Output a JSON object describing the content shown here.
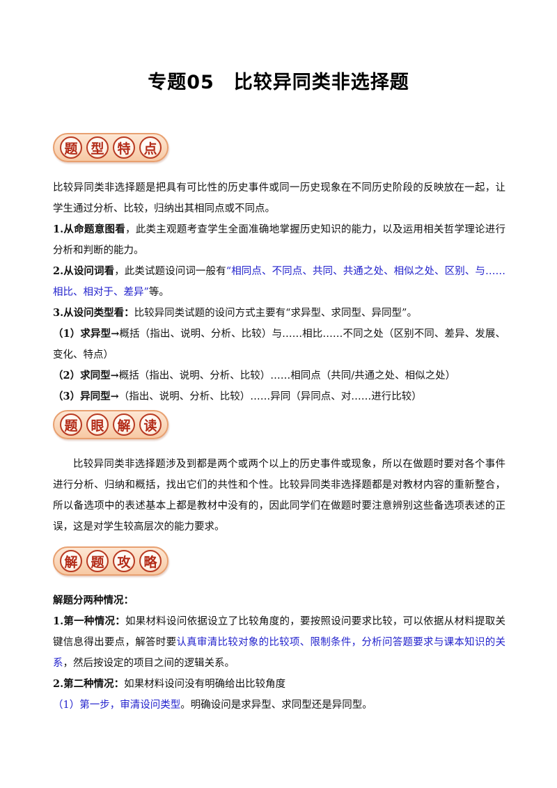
{
  "title": "专题05　比较异同类非选择题",
  "badges": {
    "b1": [
      "题",
      "型",
      "特",
      "点"
    ],
    "b2": [
      "题",
      "眼",
      "解",
      "读"
    ],
    "b3": [
      "解",
      "题",
      "攻",
      "略"
    ]
  },
  "s1": {
    "intro": "比较异同类非选择题是把具有可比性的历史事件或同一历史现象在不同历史阶段的反映放在一起，让学生通过分析、比较，归纳出其相同点或不同点。",
    "p1_label": "1.从命题意图看",
    "p1_text": "，此类主观题考查学生全面准确地掌握历史知识的能力，以及运用相关哲学理论进行分析和判断的能力。",
    "p2_label": "2.从设问词看",
    "p2_text": "，此类试题设问词一般有",
    "p2_blue": "“相同点、不同点、共同、共通之处、相似之处、区别、与……相比、相对于、差异”",
    "p2_tail": "等。",
    "p3_label": "3.从设问类型看：",
    "p3_text": "比较异同类试题的设问方式主要有“求异型、求同型、异同型”。",
    "t1_label": "（1）求异型→",
    "t1_text": "概括（指出、说明、分析、比较）与……相比……不同之处（区别不同、差异、发展、变化、特点）",
    "t2_label": "（2）求同型→",
    "t2_text": "概括（指出、说明、分析、比较）……相同点（共同/共通之处、相似之处）",
    "t3_label": "（3）异同型→",
    "t3_text": "（指出、说明、分析、比较）……异同（异同点、对……进行比较）"
  },
  "s2": {
    "text": "比较异同类非选择题涉及到都是两个或两个以上的历史事件或现象，所以在做题时要对各个事件进行分析、归纳和概括，找出它们的共性和个性。比较异同类非选择题都是对教材内容的重新整合，所以备选项中的表述基本上都是教材中没有的，因此同学们在做题时要注意辨别这些备选项表述的正误，这是对学生较高层次的能力要求。"
  },
  "s3": {
    "heading": "解题分两种情况：",
    "c1_label": "1.第一种情况：",
    "c1_text": "如果材料设问依据设立了比较角度的，要按照设问要求比较，可以依据从材料提取关键信息得出要点，解答时要",
    "c1_blue": "认真审清比较对象的比较项、限制条件，分析问答题要求与课本知识的关系",
    "c1_tail": "，然后按设定的项目之间的逻辑关系。",
    "c2_label": "2.第二种情况：",
    "c2_text": "如果材料设问没有明确给出比较角度",
    "step1_blue": "（1）第一步，审清设问类型",
    "step1_text": "。明确设问是求异型、求同型还是异同型。"
  },
  "colors": {
    "badge_text": "#b32a16",
    "badge_border": "#e8a070",
    "highlight": "#2222cc"
  }
}
